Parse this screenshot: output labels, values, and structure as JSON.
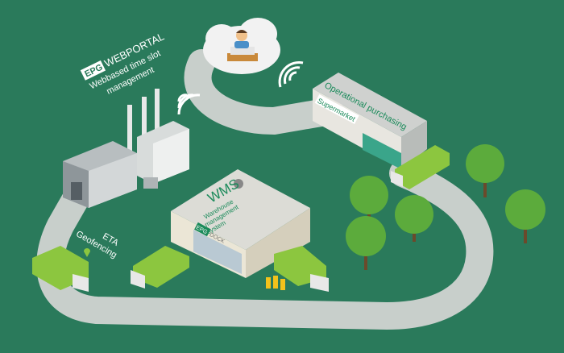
{
  "portal": {
    "logo": "EPG",
    "title": "WEBPORTAL",
    "line1": "Webbased time slot",
    "line2": "management"
  },
  "wms": {
    "title": "WMS",
    "line1": "Warehouse",
    "line2": "management",
    "line3": "system",
    "dock_logo": "EPG",
    "dock_label": "DOCK"
  },
  "supermarket": {
    "roof_label": "Operational purchasing",
    "sign": "Supermarket"
  },
  "geofencing": {
    "line1": "ETA",
    "line2": "Geofencing"
  },
  "colors": {
    "background": "#2a7a5b",
    "road": "#c8cfcb",
    "truck": "#8cc63f",
    "brand": "#1a8a5a",
    "tree": "#5cab3c"
  }
}
